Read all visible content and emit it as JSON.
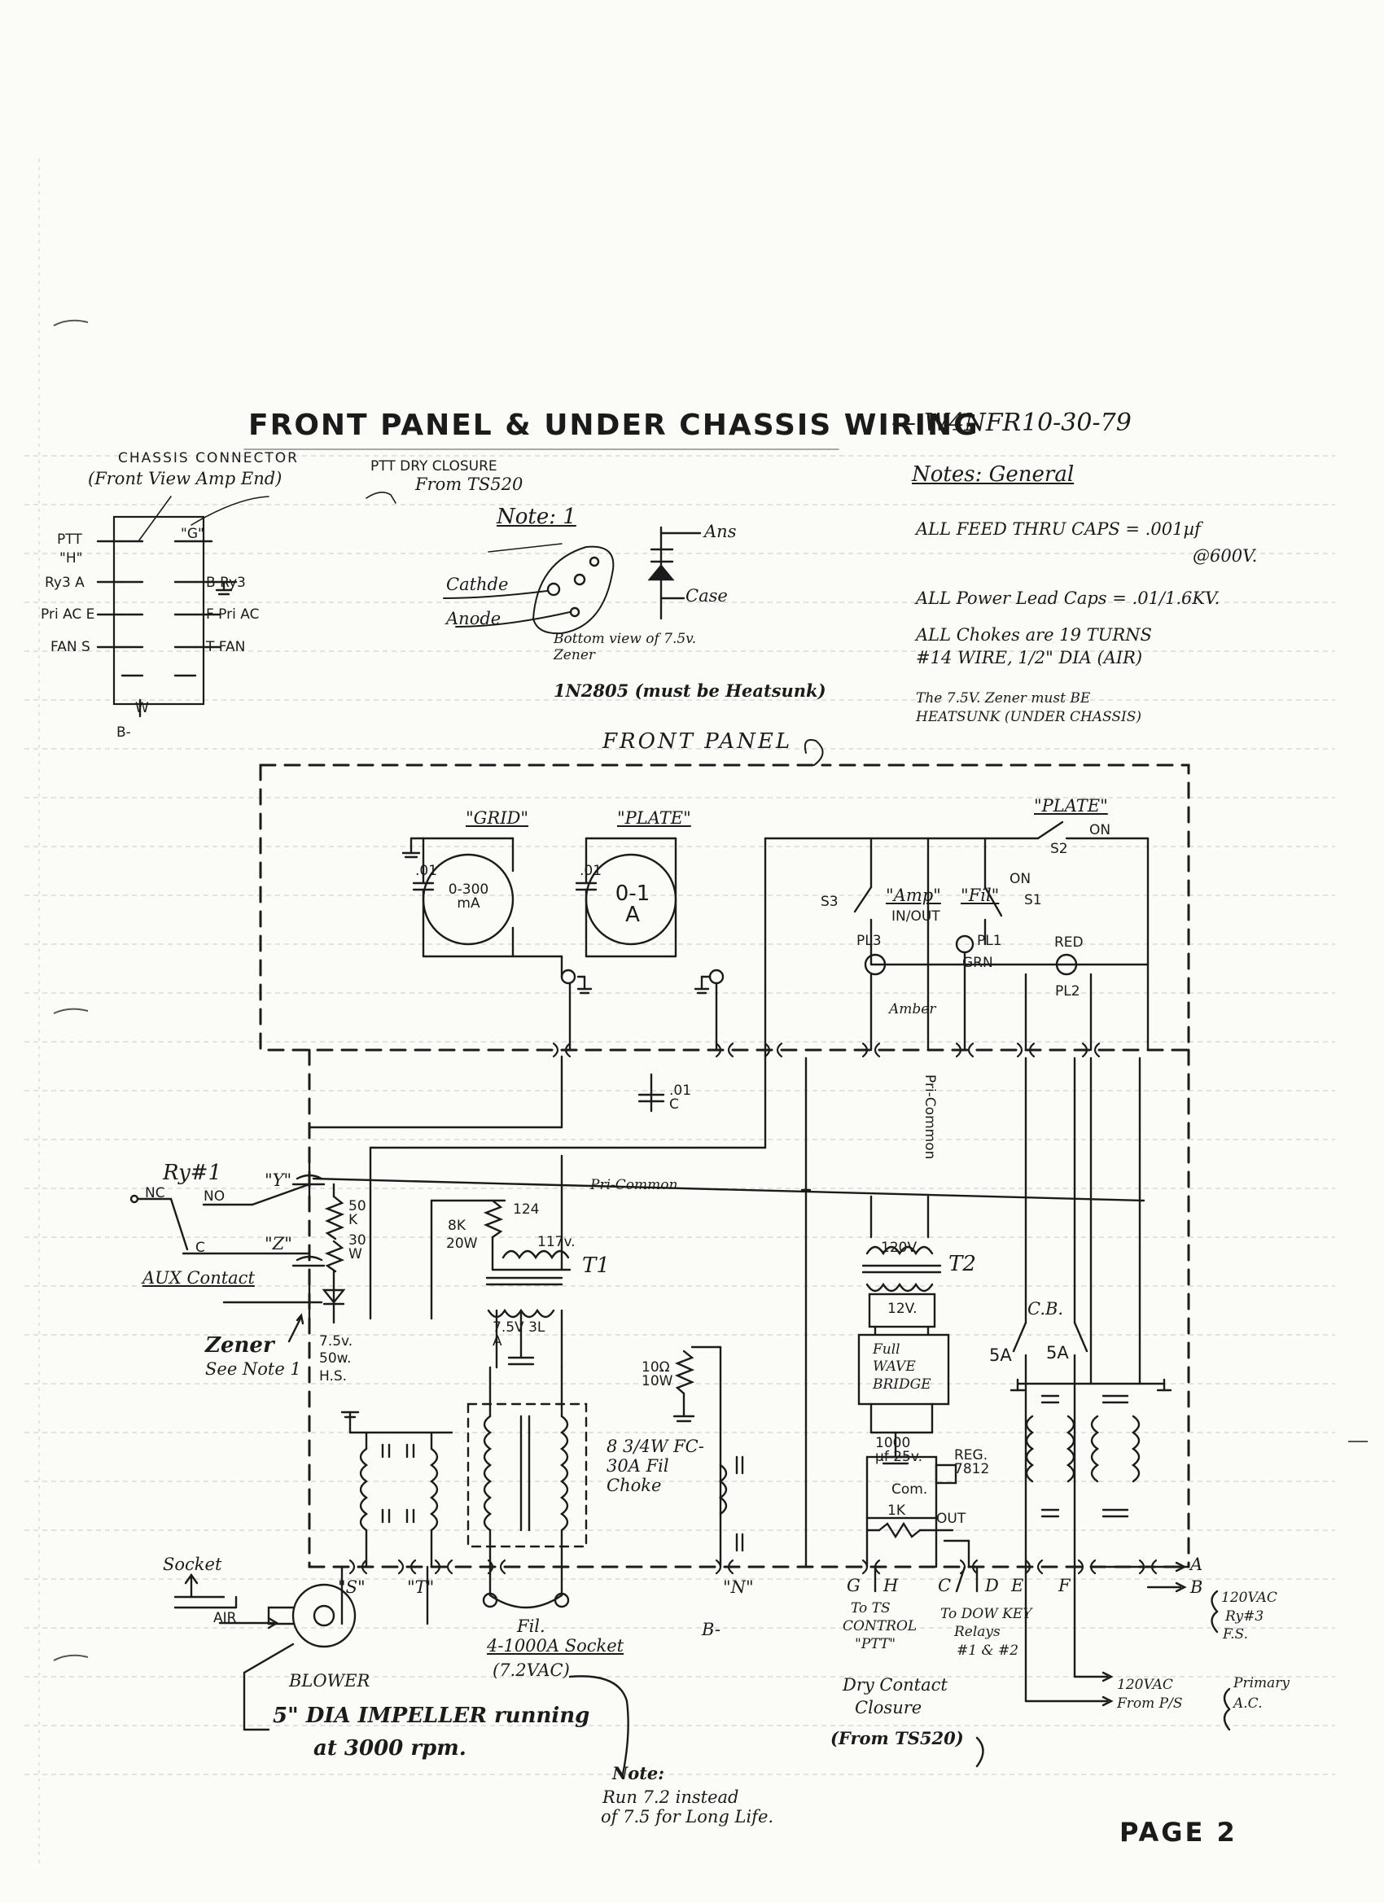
{
  "header": {
    "title": "FRONT PANEL & UNDER CHASSIS WIRING",
    "author": "— W4NFR",
    "date": "10-30-79"
  },
  "chassis_connector": {
    "title": "CHASSIS CONNECTOR",
    "subtitle": "(Front View Amp End)",
    "ptt_note_line1": "PTT DRY CLOSURE",
    "ptt_note_line2": "From TS520",
    "left_pins": [
      "PTT",
      "\"H\"",
      "Ry3 A",
      "Pri AC E",
      "FAN S"
    ],
    "right_pins": [
      "\"G\"",
      "B  Ry3",
      "F  Pri AC",
      "T  FAN"
    ],
    "bottom_pin": "W",
    "ground_label": "B-"
  },
  "zener_note": {
    "heading": "Note: 1",
    "cathode": "Cathde",
    "anode": "Anode",
    "bottom_view": "Bottom view of 7.5v. Zener",
    "part": "1N2805 (must be Heatsunk)",
    "symbol_anode": "Ans",
    "symbol_case": "Case"
  },
  "general_notes": {
    "heading": "Notes: General",
    "lines": [
      "ALL FEED THRU CAPS = .001µf",
      "@600V.",
      "ALL Power Lead Caps = .01/1.6KV.",
      "ALL Chokes are 19 TURNS",
      "#14 WIRE, 1/2\" DIA (AIR)",
      "The 7.5V. Zener must BE",
      "HEATSUNK (UNDER CHASSIS)"
    ]
  },
  "front_panel": {
    "label": "FRONT PANEL",
    "grid_meter_label": "\"GRID\"",
    "grid_meter_range": "0-300 mA",
    "plate_meter_label": "\"PLATE\"",
    "plate_meter_range": "0-1 A",
    "cap_01": ".01",
    "plate_switch_label": "\"PLATE\"",
    "s2": "S2",
    "on": "ON",
    "s3": "S3",
    "amp_label": "\"Amp\"",
    "amp_inout": "IN/OUT",
    "fil_label": "\"Fil\"",
    "s1": "S1",
    "pl3": "PL3",
    "pl1": "PL1",
    "grn": "GRN",
    "red": "RED",
    "pl2": "PL2",
    "amber": "Amber",
    "pri_common_vert": "Pri-Common",
    "cap_c": ".01 C"
  },
  "left_section": {
    "ry1": "Ry#1",
    "nc": "NC",
    "no": "NO",
    "c": "C",
    "y": "\"Y\"",
    "z": "\"Z\"",
    "r50k": "50 K",
    "r30w": "30 W",
    "aux": "AUX Contact",
    "zener": "Zener",
    "see_note": "See Note 1",
    "zener_rating": "7.5v. 50w. H.S.",
    "socket": "Socket",
    "air": "AIR",
    "blower": "BLOWER",
    "impeller": "5\" DIA IMPELLER running",
    "rpm": "at 3000 rpm.",
    "s_label": "\"S\"",
    "t_label": "\"T\""
  },
  "transformers": {
    "pri_common": "Pri-Common",
    "r8k": "8K",
    "r20w": "20W",
    "tap124": "124",
    "tap117": "117v.",
    "t1": "T1",
    "fil_rating": "7.5V 3L A",
    "r10": "10Ω 10W",
    "choke": "8 3/4W FC-30A Fil Choke",
    "fil_socket1": "Fil.",
    "fil_socket2": "4-1000A Socket",
    "fil_socket3": "(7.2VAC)",
    "n_label": "\"N\"",
    "b_minus": "B-",
    "t2_pri": "120V",
    "t2": "T2",
    "t2_sec": "12V.",
    "bridge": "Full WAVE BRIDGE",
    "cap1000": "1000 µf 25v.",
    "reg": "REG. 7812",
    "com": "Com.",
    "r1k": "1K",
    "out": "OUT",
    "cb": "C.B.",
    "fuse1": "5A",
    "fuse2": "5A"
  },
  "bottom_right": {
    "g": "G",
    "h": "H",
    "c": "C",
    "d": "D",
    "e": "E",
    "f": "F",
    "a": "A",
    "b": "B",
    "to_ts_1": "To TS",
    "to_ts_2": "CONTROL",
    "to_ts_3": "\"PTT\"",
    "dry1": "Dry Contact",
    "dry2": "Closure",
    "dry3": "(From TS520)",
    "dowkey1": "To DOW KEY",
    "dowkey2": "Relays",
    "dowkey3": "#1 & #2",
    "ry3_1": "120VAC",
    "ry3_2": "Ry#3",
    "ry3_3": "F.S.",
    "primary1": "120VAC",
    "primary2": "From P/S",
    "primary3": "Primary",
    "primary4": "A.C."
  },
  "footer_note": {
    "heading": "Note:",
    "line1": "Run 7.2 instead",
    "line2": "of 7.5 for Long Life."
  },
  "page_label": "PAGE 2"
}
